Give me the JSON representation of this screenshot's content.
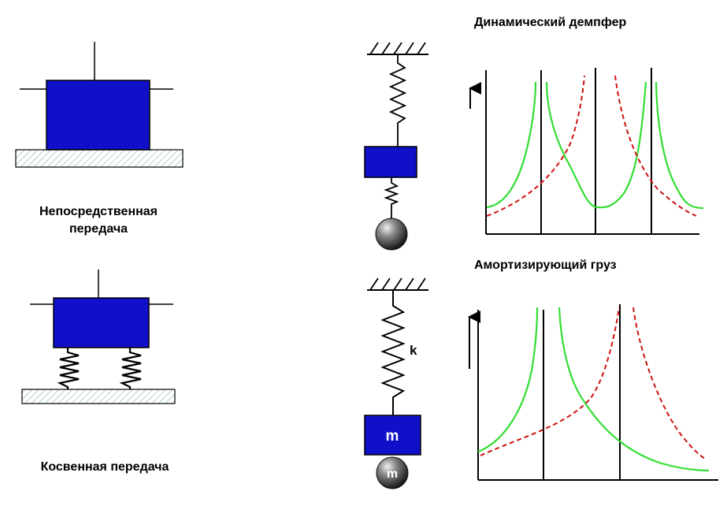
{
  "labels": {
    "direct_line1": "Непосредственная",
    "direct_line2": "передача",
    "indirect": "Косвенная передача"
  },
  "titles": {
    "dynamic_damper": "Динамический демпфер",
    "absorbing_mass": "Амортизирующий груз"
  },
  "symbols": {
    "spring_constant": "k",
    "mass_main": "m",
    "mass_ball": "m"
  },
  "colors": {
    "mass_fill": "#1010c8",
    "ground_hatch": "#7fb0b0",
    "green_curve": "#33dd33",
    "red_curve": "#cc1111",
    "ball": "#444444"
  }
}
